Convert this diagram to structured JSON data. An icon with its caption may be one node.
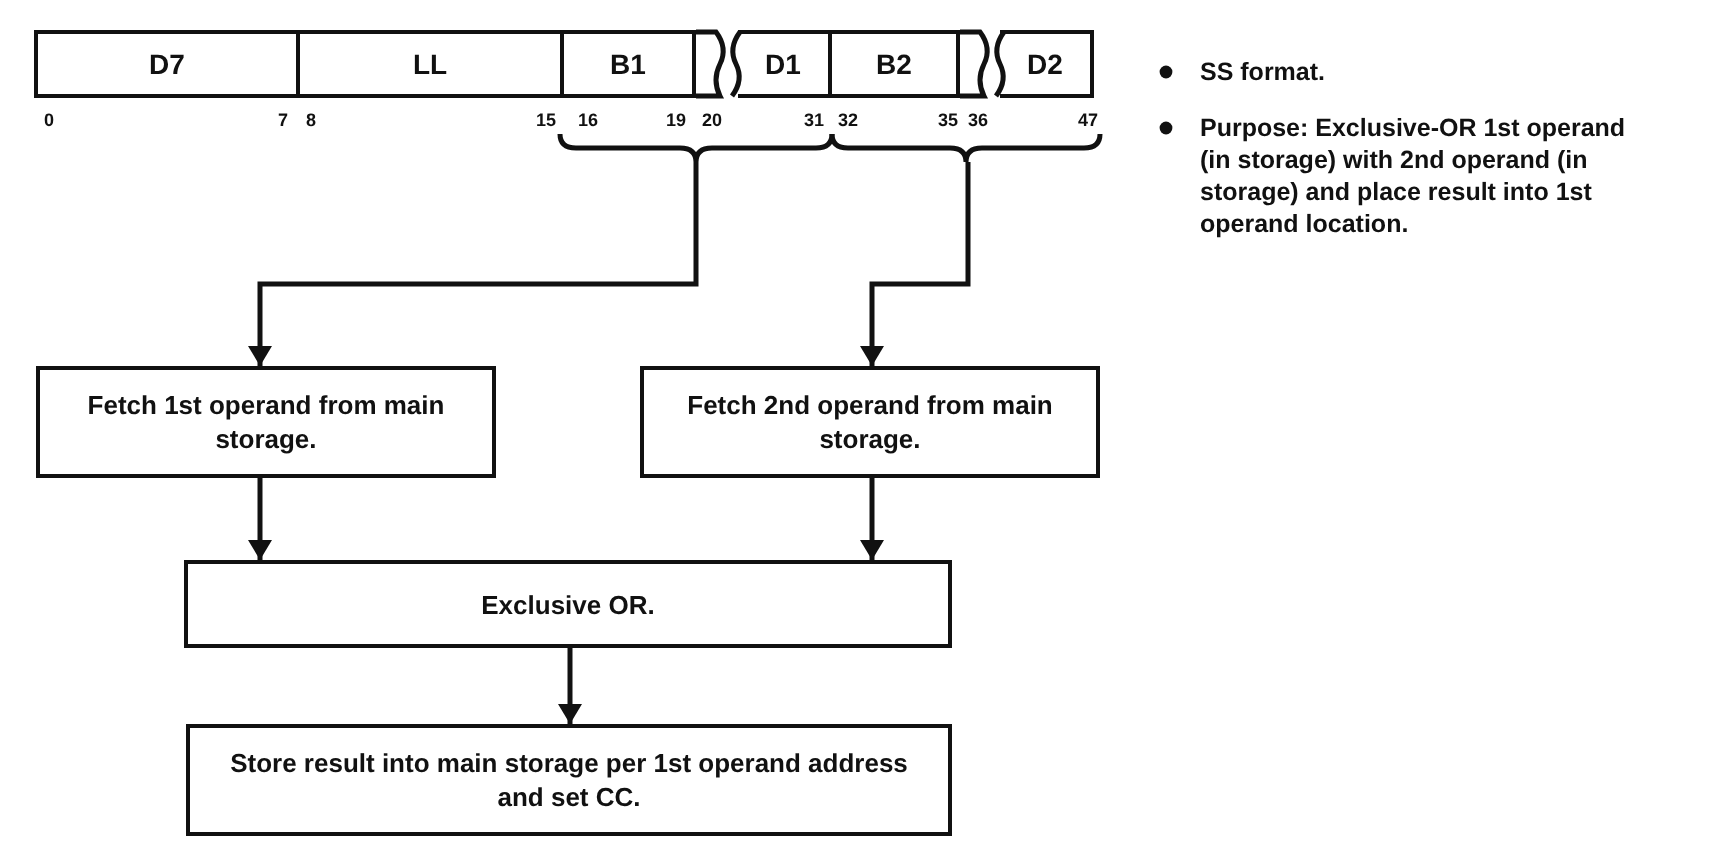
{
  "diagram": {
    "nodes": [
      {
        "text": [
          "D7"
        ]
      },
      {
        "text": [
          "LL"
        ]
      },
      {
        "text": [
          "B1"
        ]
      },
      {
        "text": [
          "D1"
        ]
      },
      {
        "text": [
          "B2"
        ]
      },
      {
        "text": [
          "D2"
        ]
      },
      {
        "text": [],
        "shape": "brace"
      },
      {
        "text": [],
        "shape": "brace"
      },
      {
        "text": [
          "Fetch 1st operand from main storage."
        ]
      },
      {
        "text": [
          "Fetch 2nd operand from main storage."
        ]
      },
      {
        "text": [
          "Exclusive OR."
        ]
      },
      {
        "text": [
          "Store result into main storage per 1st operand address and set CC."
        ]
      }
    ],
    "edges": [
      {
        "from": 6,
        "to": 8,
        "arrow": "to"
      },
      {
        "from": 7,
        "to": 9,
        "arrow": "to"
      },
      {
        "from": 8,
        "to": 10,
        "arrow": "to"
      },
      {
        "from": 9,
        "to": 10,
        "arrow": "to"
      },
      {
        "from": 10,
        "to": 11,
        "arrow": "to"
      }
    ],
    "labels": [
      "0",
      "7",
      "8",
      "15",
      "16",
      "19",
      "20",
      "31",
      "32",
      "35",
      "36",
      "47",
      "SS format.",
      "Purpose: Exclusive-OR 1st operand (in storage) with 2nd operand (in storage) and place result into 1st operand location."
    ]
  }
}
